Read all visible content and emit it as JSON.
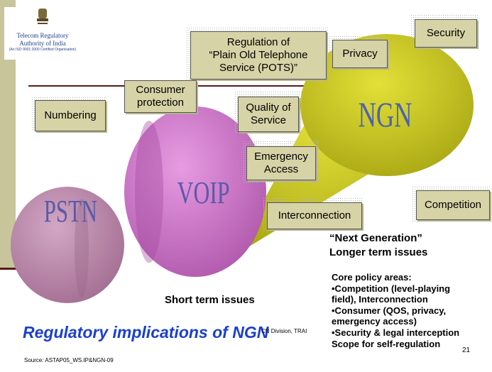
{
  "logo": {
    "line1": "Telecom Regulatory",
    "line2": "Authority of India",
    "line3": "(An ISO 9001:2000 Certified Organisation)"
  },
  "ellipses": {
    "pstn": "PSTN",
    "voip": "VOIP",
    "ngn": "NGN"
  },
  "boxes": {
    "regulation": [
      "Regulation of",
      "“Plain Old Telephone",
      "Service (POTS)”"
    ],
    "privacy": "Privacy",
    "security": "Security",
    "consumer": [
      "Consumer",
      "protection"
    ],
    "numbering": "Numbering",
    "qos": [
      "Quality of",
      "Service"
    ],
    "emergency": [
      "Emergency",
      "Access"
    ],
    "interconnection": "Interconnection",
    "competition": "Competition"
  },
  "next_generation": [
    "“Next Generation”",
    "Longer term issues"
  ],
  "short_term": "Short term issues",
  "core_policy": [
    "Core policy areas:",
    "•Competition (level-playing",
    "field), Interconnection",
    "•Consumer (QOS, privacy,",
    "emergency access)",
    "•Security & legal interception",
    "Scope for self-regulation"
  ],
  "title": "Regulatory implications of NGN",
  "footer_division": "CN Division, TRAI",
  "page_number": "21",
  "source": "Source: ASTAP05_WS.IP&NGN-09"
}
